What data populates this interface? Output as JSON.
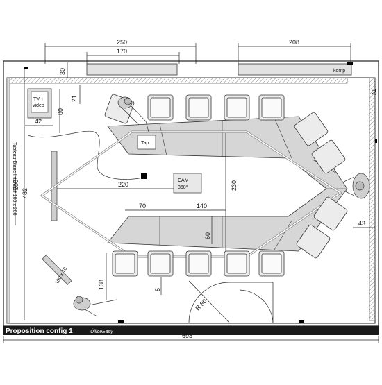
{
  "title": "Proposition config 1",
  "brand": "ÜlliceEasy",
  "dims": {
    "top_250": "250",
    "top_170": "170",
    "top_208": "208",
    "wall_30": "30",
    "d_21": "21",
    "tv_80": "80",
    "tv_42": "42",
    "h_482": "482",
    "h_200": "200",
    "w_220": "220",
    "h_230": "230",
    "w_70": "70",
    "w_140": "140",
    "h_60": "60",
    "h_138": "138",
    "d_5": "5",
    "r_80": "R 80",
    "d_43": "43",
    "bottom_693": "693",
    "table_size": "100 x 70"
  },
  "labels": {
    "komp": "komp",
    "tv_video_1": "TV +",
    "tv_video_2": "video",
    "tap": "Tap",
    "cam_1": "CAM",
    "cam_2": "360°",
    "tv_side": "TV",
    "whiteboard": "Tableau Blanc Interactif 100 x 200"
  }
}
